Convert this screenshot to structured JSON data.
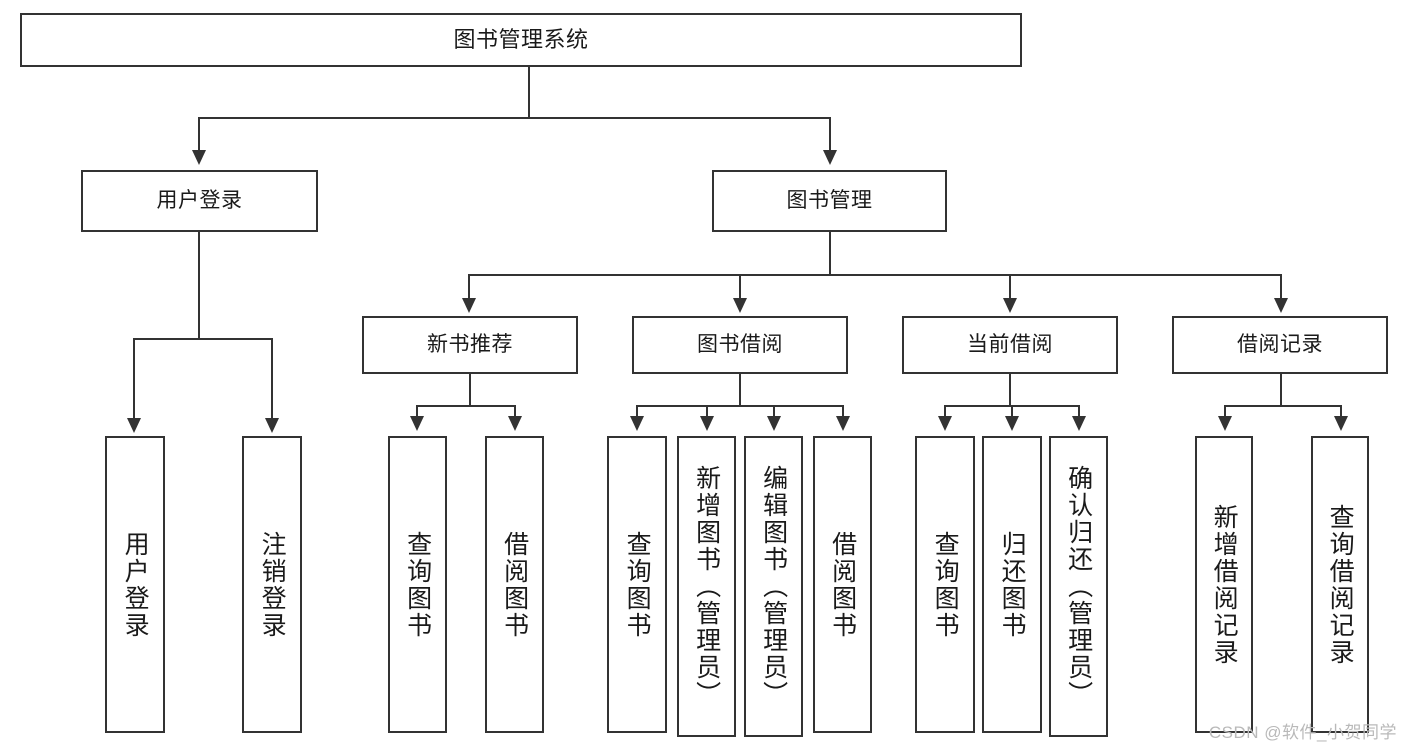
{
  "diagram": {
    "type": "hierarchy-tree",
    "title": "图书管理系统",
    "root": {
      "id": "root",
      "label": "图书管理系统"
    },
    "level1": [
      {
        "id": "user-login",
        "label": "用户登录"
      },
      {
        "id": "book-manage",
        "label": "图书管理"
      }
    ],
    "level2": [
      {
        "id": "new-book-recommend",
        "label": "新书推荐",
        "parent": "book-manage"
      },
      {
        "id": "book-borrow",
        "label": "图书借阅",
        "parent": "book-manage"
      },
      {
        "id": "current-borrow",
        "label": "当前借阅",
        "parent": "book-manage"
      },
      {
        "id": "borrow-record",
        "label": "借阅记录",
        "parent": "book-manage"
      }
    ],
    "leaves": {
      "user-login": [
        {
          "id": "leaf-user-login",
          "label": "用户登录"
        },
        {
          "id": "leaf-logout",
          "label": "注销登录"
        }
      ],
      "new-book-recommend": [
        {
          "id": "leaf-query-book-1",
          "label": "查询图书"
        },
        {
          "id": "leaf-borrow-book-1",
          "label": "借阅图书"
        }
      ],
      "book-borrow": [
        {
          "id": "leaf-query-book-2",
          "label": "查询图书"
        },
        {
          "id": "leaf-add-book",
          "label": "新增图书（管理员）"
        },
        {
          "id": "leaf-edit-book",
          "label": "编辑图书（管理员）"
        },
        {
          "id": "leaf-borrow-book-2",
          "label": "借阅图书"
        }
      ],
      "current-borrow": [
        {
          "id": "leaf-query-book-3",
          "label": "查询图书"
        },
        {
          "id": "leaf-return-book",
          "label": "归还图书"
        },
        {
          "id": "leaf-confirm-return",
          "label": "确认归还（管理员）"
        }
      ],
      "borrow-record": [
        {
          "id": "leaf-add-record",
          "label": "新增借阅记录"
        },
        {
          "id": "leaf-query-record",
          "label": "查询借阅记录"
        }
      ]
    },
    "colors": {
      "stroke": "#333333",
      "fill": "#ffffff",
      "text": "#1a1a1a",
      "watermark": "#b9b9b9"
    }
  },
  "watermark": {
    "text": "CSDN @软件_小贺同学"
  }
}
